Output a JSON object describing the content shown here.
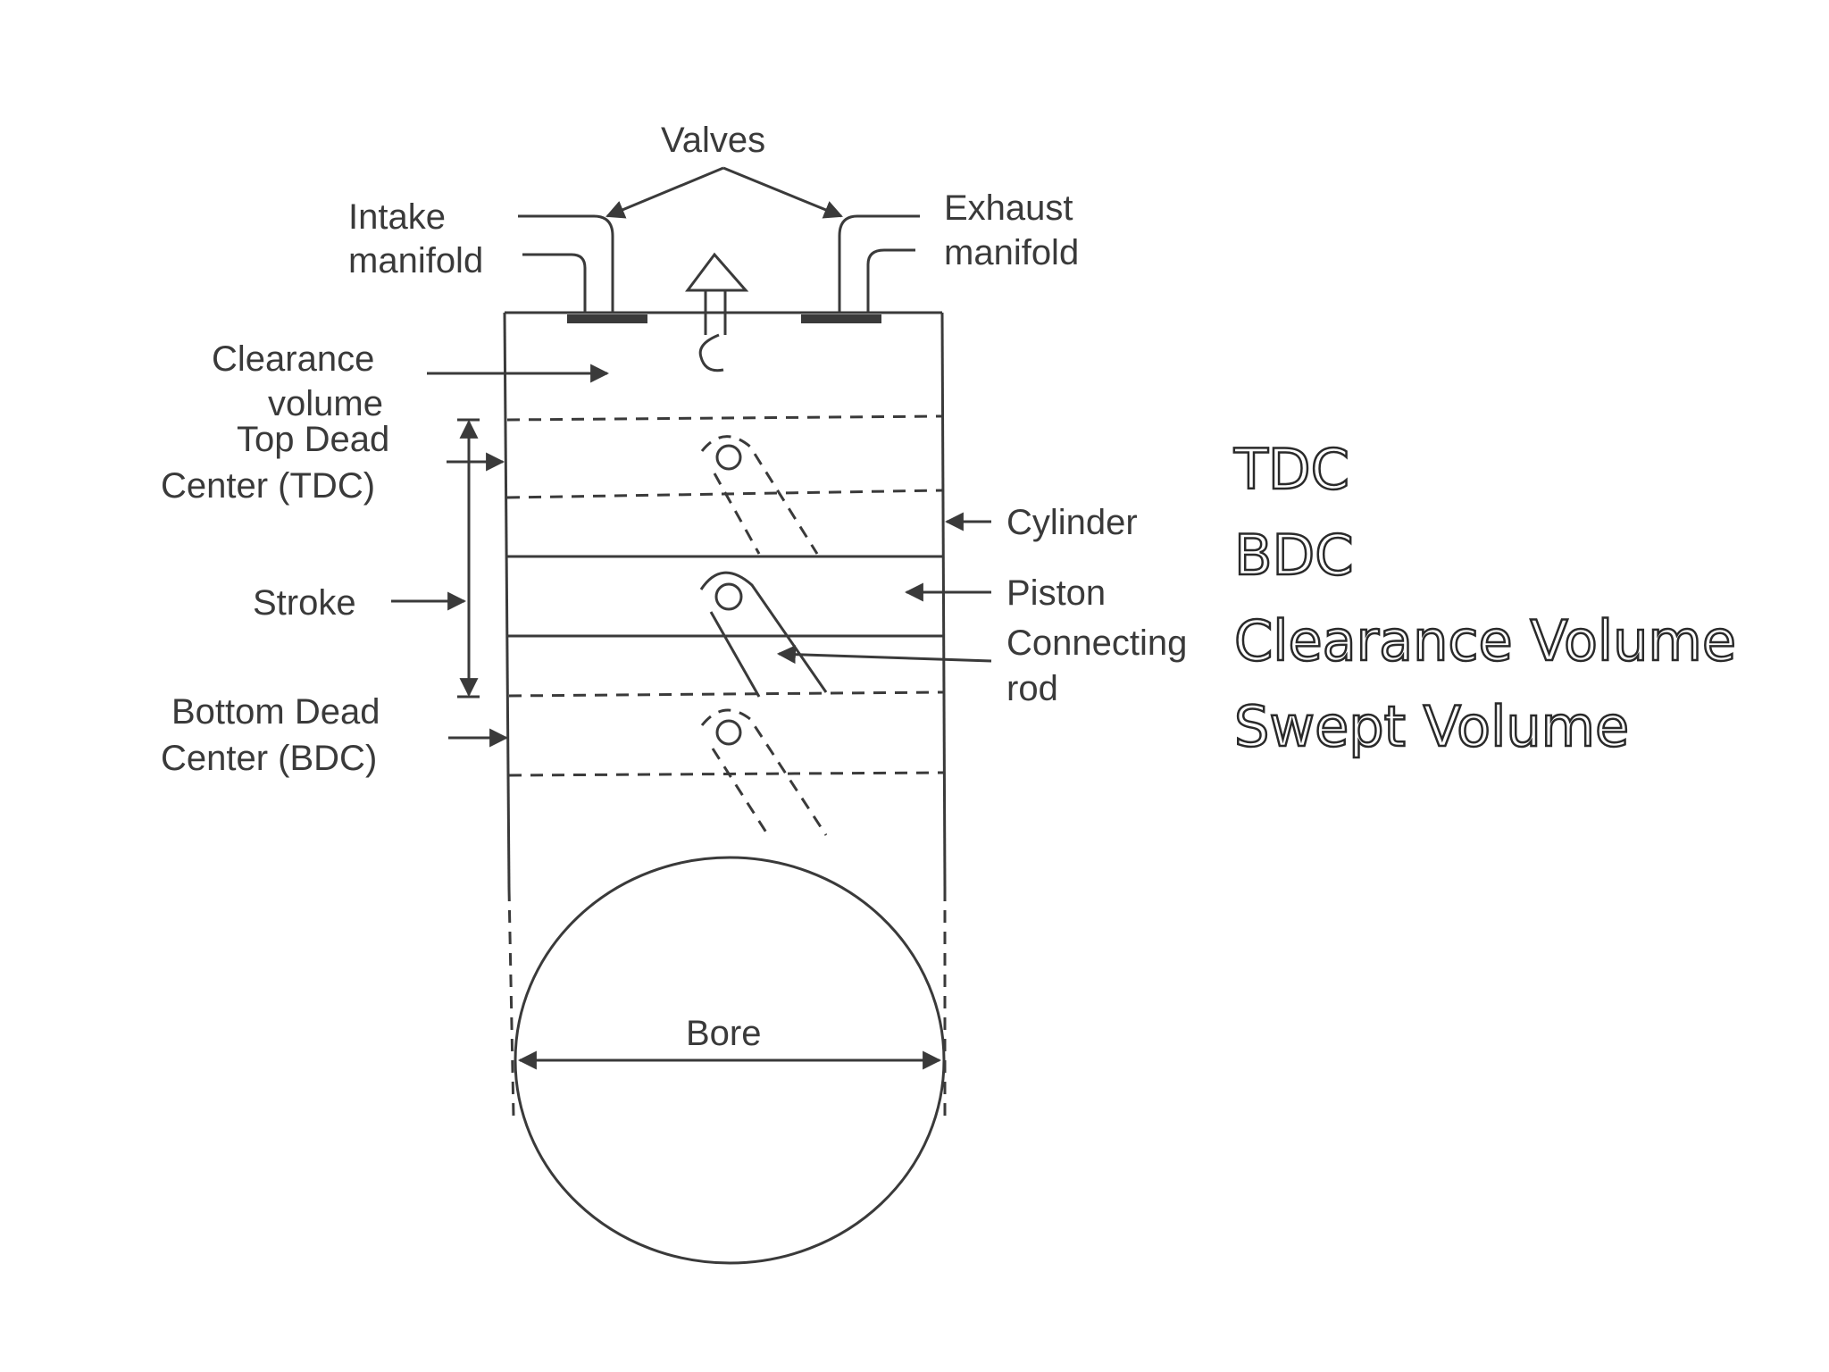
{
  "labels": {
    "valves": "Valves",
    "intake_manifold": [
      "Intake",
      "manifold"
    ],
    "exhaust_manifold": [
      "Exhaust",
      "manifold"
    ],
    "clearance_volume": [
      "Clearance",
      "volume"
    ],
    "tdc": [
      "Top Dead",
      "Center (TDC)"
    ],
    "stroke": "Stroke",
    "bdc": [
      "Bottom Dead",
      "Center (BDC)"
    ],
    "cylinder": "Cylinder",
    "piston": "Piston",
    "connecting_rod": [
      "Connecting",
      "rod"
    ],
    "bore": "Bore"
  },
  "terms": [
    "TDC",
    "BDC",
    "Clearance Volume",
    "Swept Volume"
  ]
}
